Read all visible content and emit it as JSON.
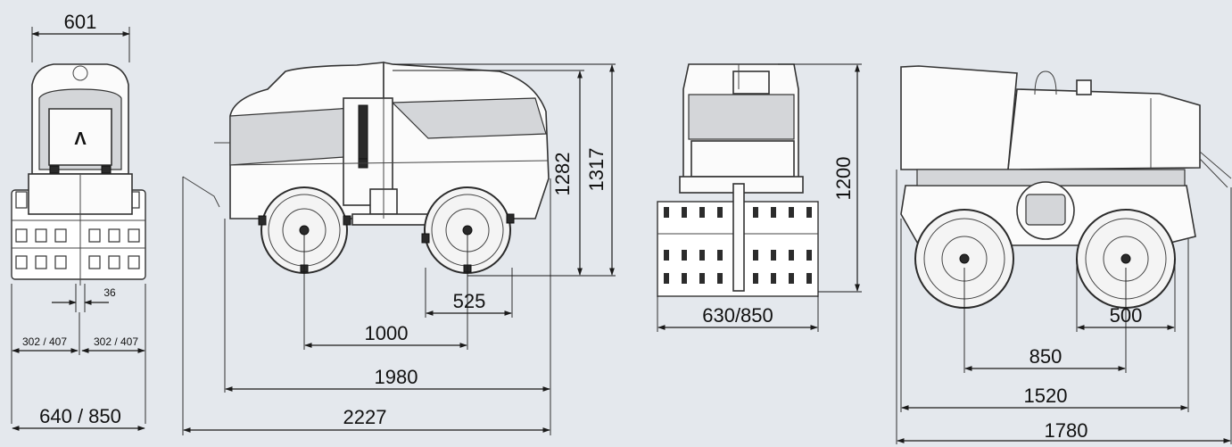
{
  "front_view": {
    "width_top": "601",
    "pad_gap": "36",
    "pad_width_left": "302 / 407",
    "pad_width_right": "302 / 407",
    "overall_width": "640 / 850",
    "logo_glyph": "Λ"
  },
  "side_view": {
    "height_body": "1282",
    "height_total": "1317",
    "drum_width": "525",
    "wheelbase": "1000",
    "length_body": "1980",
    "length_total": "2227"
  },
  "rear_view": {
    "height": "1200",
    "width": "630/850"
  },
  "side_view_2": {
    "drum_diameter": "500",
    "wheelbase": "850",
    "length_body": "1520",
    "length_total": "1780"
  },
  "colors": {
    "background": "#e4e8ed",
    "line": "#1a1a1a"
  }
}
